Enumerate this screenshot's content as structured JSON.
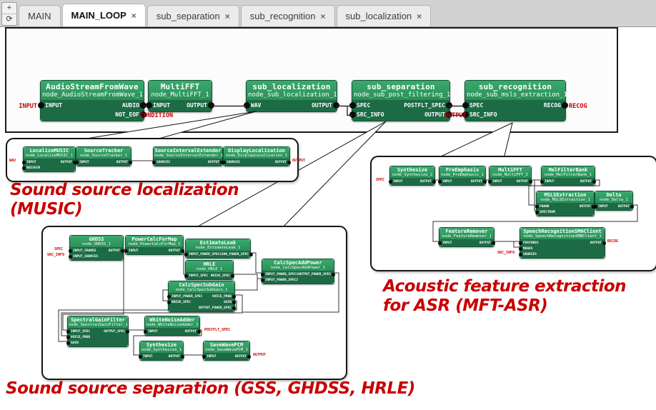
{
  "tabbar": {
    "tool_add": "+",
    "tool_reload": "⟳",
    "tabs": [
      {
        "label": "MAIN",
        "close": ""
      },
      {
        "label": "MAIN_LOOP",
        "close": "×"
      },
      {
        "label": "sub_separation",
        "close": "×"
      },
      {
        "label": "sub_recognition",
        "close": "×"
      },
      {
        "label": "sub_localization",
        "close": "×"
      }
    ]
  },
  "main": {
    "nodes": {
      "asw": {
        "title": "AudioStreamFromWave",
        "sub": "node_AudioStreamFromWave_1",
        "ports": {
          "l1": "INPUT",
          "r1": "AUDIO",
          "r2": "NOT_EOF"
        }
      },
      "mfft": {
        "title": "MultiFFT",
        "sub": "node_MultiFFT_1",
        "ports": {
          "l1": "INPUT",
          "r1": "OUTPUT"
        }
      },
      "subloc": {
        "title": "sub_localization",
        "sub": "node_sub_localization_1",
        "ports": {
          "l1": "WAV",
          "r1": "OUTPUT"
        }
      },
      "subsep": {
        "title": "sub_separation",
        "sub": "node_sub_post_filtering_1",
        "ports": {
          "l1": "SPEC",
          "r1": "POSTFLT_SPEC",
          "l2": "SRC_INFO",
          "r2": "OUTPUT"
        }
      },
      "subrec": {
        "title": "sub_recognition",
        "sub": "node_sub_msls_extraction_1",
        "ports": {
          "l1": "SPEC",
          "r1": "RECOG",
          "l2": "SRC_INFO"
        }
      }
    },
    "ext": {
      "input": "INPUT",
      "condition": "CONDITION",
      "output": "OUTPUT",
      "recog": "RECOG"
    }
  },
  "popup_localization": {
    "nodes": {
      "lmusic": {
        "title": "LocalizeMUSIC",
        "sub": "node_LocalizeMUSIC_1",
        "ports": {
          "l1": "INPUT",
          "r1": "OUTPUT",
          "l2": "NOISECM"
        }
      },
      "stracker": {
        "title": "SourceTracker",
        "sub": "node_SourceTracker_1",
        "ports": {
          "l1": "INPUT",
          "r1": "OUTPUT"
        }
      },
      "sie": {
        "title": "SourceIntervalExtender",
        "sub": "node_SourceIntervalExtender_1",
        "ports": {
          "l1": "SOURCES",
          "r1": "OUTPUT"
        }
      },
      "dloc": {
        "title": "DisplayLocalization",
        "sub": "node_DisplayLocalization_1",
        "ports": {
          "l1": "SOURCES",
          "r1": "OUTPUT"
        }
      }
    },
    "ext": {
      "wav": "WAV",
      "output": "OUTPUT"
    }
  },
  "popup_separation": {
    "nodes": {
      "ghdss": {
        "title": "GHDSS",
        "sub": "node_GHDSS_1",
        "ports": {
          "l1": "INPUT_FRAMES",
          "r1": "OUTPUT",
          "l2": "INPUT_SOURCES"
        }
      },
      "pcfm": {
        "title": "PowerCalcForMap",
        "sub": "node_PowerCalcForMap_1",
        "ports": {
          "l1": "INPUT",
          "r1": "OUTPUT"
        }
      },
      "eleak": {
        "title": "EstimateLeak",
        "sub": "node_EstimateLeak_1",
        "ports": {
          "l1": "INPUT_POWER_SPEC",
          "r1": "LEAK_POWER_SPEC"
        }
      },
      "hrle": {
        "title": "HRLE",
        "sub": "node_HRLE_1",
        "ports": {
          "l1": "INPUT_SPEC",
          "r1": "NOISE_SPEC"
        }
      },
      "csap": {
        "title": "CalcSpecAddPower",
        "sub": "node_CalcSpecAddPower_1",
        "ports": {
          "l1": "INPUT_POWER_SPEC1",
          "r1": "OUTPUT_POWER_SPEC",
          "l2": "INPUT_POWER_SPEC2"
        }
      },
      "cssg": {
        "title": "CalcSpecSubGain",
        "sub": "node_CalcSpecSubGain_1",
        "ports": {
          "l1": "INPUT_POWER_SPEC",
          "r1": "VOICE_PROB",
          "l2": "NOISE_SPEC",
          "r2": "GAIN",
          "r3": "OUTPUT_POWER_SPEC"
        }
      },
      "sgf": {
        "title": "SpectralGainFilter",
        "sub": "node_SpectralGainFilter_1",
        "ports": {
          "l1": "INPUT_SPEC",
          "r1": "OUTPUT_SPEC",
          "l2": "VOICE_PROB",
          "l3": "GAIN"
        }
      },
      "wna": {
        "title": "WhiteNoiseAdder",
        "sub": "node_WhiteNoiseAdder_1",
        "ports": {
          "l1": "INPUT",
          "r1": "OUTPUT"
        }
      },
      "syn1": {
        "title": "Synthesize",
        "sub": "node_Synthesize_1",
        "ports": {
          "l1": "INPUT",
          "r1": "OUTPUT"
        }
      },
      "swp": {
        "title": "SaveWavePCM",
        "sub": "node_SaveWavePCM_1",
        "ports": {
          "l1": "INPUT",
          "r1": "OUTPUT"
        }
      }
    },
    "ext": {
      "spec": "SPEC",
      "src_info": "SRC_INFO",
      "postflt": "POSTFLT_SPEC",
      "output": "OUTPUT"
    }
  },
  "popup_recognition": {
    "nodes": {
      "syn2": {
        "title": "Synthesize",
        "sub": "node_Synthesize_2",
        "ports": {
          "l1": "INPUT",
          "r1": "OUTPUT"
        }
      },
      "pre": {
        "title": "PreEmphasis",
        "sub": "node_PreEmphasis_1",
        "ports": {
          "l1": "INPUT",
          "r1": "OUTPUT"
        }
      },
      "mfft2": {
        "title": "MultiFFT",
        "sub": "node_MultiFFT_2",
        "ports": {
          "l1": "INPUT",
          "r1": "OUTPUT"
        }
      },
      "mfb": {
        "title": "MelFilterBank",
        "sub": "node_MelFilterBank_1",
        "ports": {
          "l1": "INPUT",
          "r1": "OUTPUT"
        }
      },
      "msls": {
        "title": "MSLSExtraction",
        "sub": "node_MSLSExtraction_1",
        "ports": {
          "l1": "FBANK",
          "r1": "OUTPUT",
          "l2": "SPECTRUM"
        }
      },
      "delta": {
        "title": "Delta",
        "sub": "node_Delta_1",
        "ports": {
          "l1": "INPUT",
          "r1": "OUTPUT"
        }
      },
      "frem": {
        "title": "FeatureRemover",
        "sub": "node_FeatureRemover_1",
        "ports": {
          "l1": "INPUT",
          "r1": "OUTPUT"
        }
      },
      "srsmn": {
        "title": "SpeechRecognitionSMNClient",
        "sub": "node_SpeechRecognitionSMNClient_1",
        "ports": {
          "l1": "FEATURES",
          "r1": "OUTPUT",
          "l2": "MASKS",
          "l3": "SOURCES"
        }
      }
    },
    "ext": {
      "spec": "SPEC",
      "src_info": "SRC_INFO",
      "recog": "RECOG"
    }
  },
  "captions": {
    "localization_1": "Sound source localization",
    "localization_2": "(MUSIC)",
    "separation": "Sound source separation (GSS, GHDSS, HRLE)",
    "recognition_1": "Acoustic feature extraction",
    "recognition_2": "for ASR (MFT-ASR)"
  },
  "colors": {
    "node_head": "#2e9e62",
    "node_ports": "#1c6b44",
    "annotation_red": "#cc0000",
    "tab_active_bg": "#ffffff"
  }
}
